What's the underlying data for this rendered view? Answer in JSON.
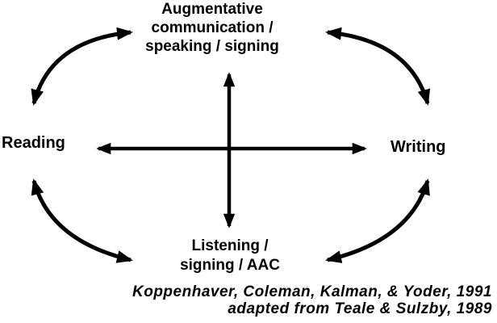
{
  "diagram": {
    "background_color": "#ffffff",
    "ink_color": "#000000",
    "nodes": {
      "top": "Augmentative\ncommunication /\nspeaking / signing",
      "left": "Reading",
      "right": "Writing",
      "bottom": "Listening /\nsigning / AAC"
    },
    "citation": "Koppenhaver, Coleman, Kalman, & Yoder, 1991\nadapted from Teale & Sulzby, 1989",
    "arrows": {
      "center_vertical": "double-headed vertical arrow",
      "center_horizontal": "double-headed horizontal arrow",
      "top_left": "curved double-headed arrow between Reading and Augmentative communication",
      "top_right": "curved double-headed arrow between Augmentative communication and Writing",
      "bottom_left": "curved double-headed arrow between Reading and Listening",
      "bottom_right": "curved double-headed arrow between Listening and Writing"
    }
  }
}
